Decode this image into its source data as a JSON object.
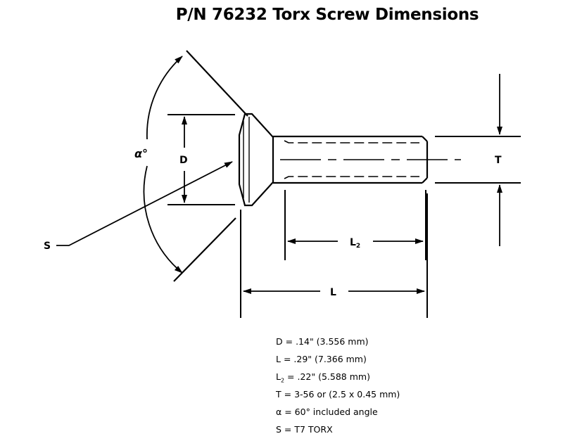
{
  "title": "P/N 76232 Torx Screw Dimensions",
  "labels": {
    "alpha": "α°",
    "d": "D",
    "s": "S",
    "t": "T",
    "l": "L",
    "l2_main": "L",
    "l2_sub": "2"
  },
  "specs": [
    {
      "sym": "D",
      "sub": "",
      "value": ".14\" (3.556 mm)"
    },
    {
      "sym": "L",
      "sub": "",
      "value": ".29\" (7.366 mm)"
    },
    {
      "sym": "L",
      "sub": "2",
      "value": ".22\" (5.588 mm)"
    },
    {
      "sym": "T",
      "sub": "",
      "value": "3-56 or (2.5 x 0.45 mm)"
    },
    {
      "sym": "α",
      "sub": "",
      "value": "60° included angle"
    },
    {
      "sym": "S",
      "sub": "",
      "value": "T7 TORX"
    }
  ]
}
